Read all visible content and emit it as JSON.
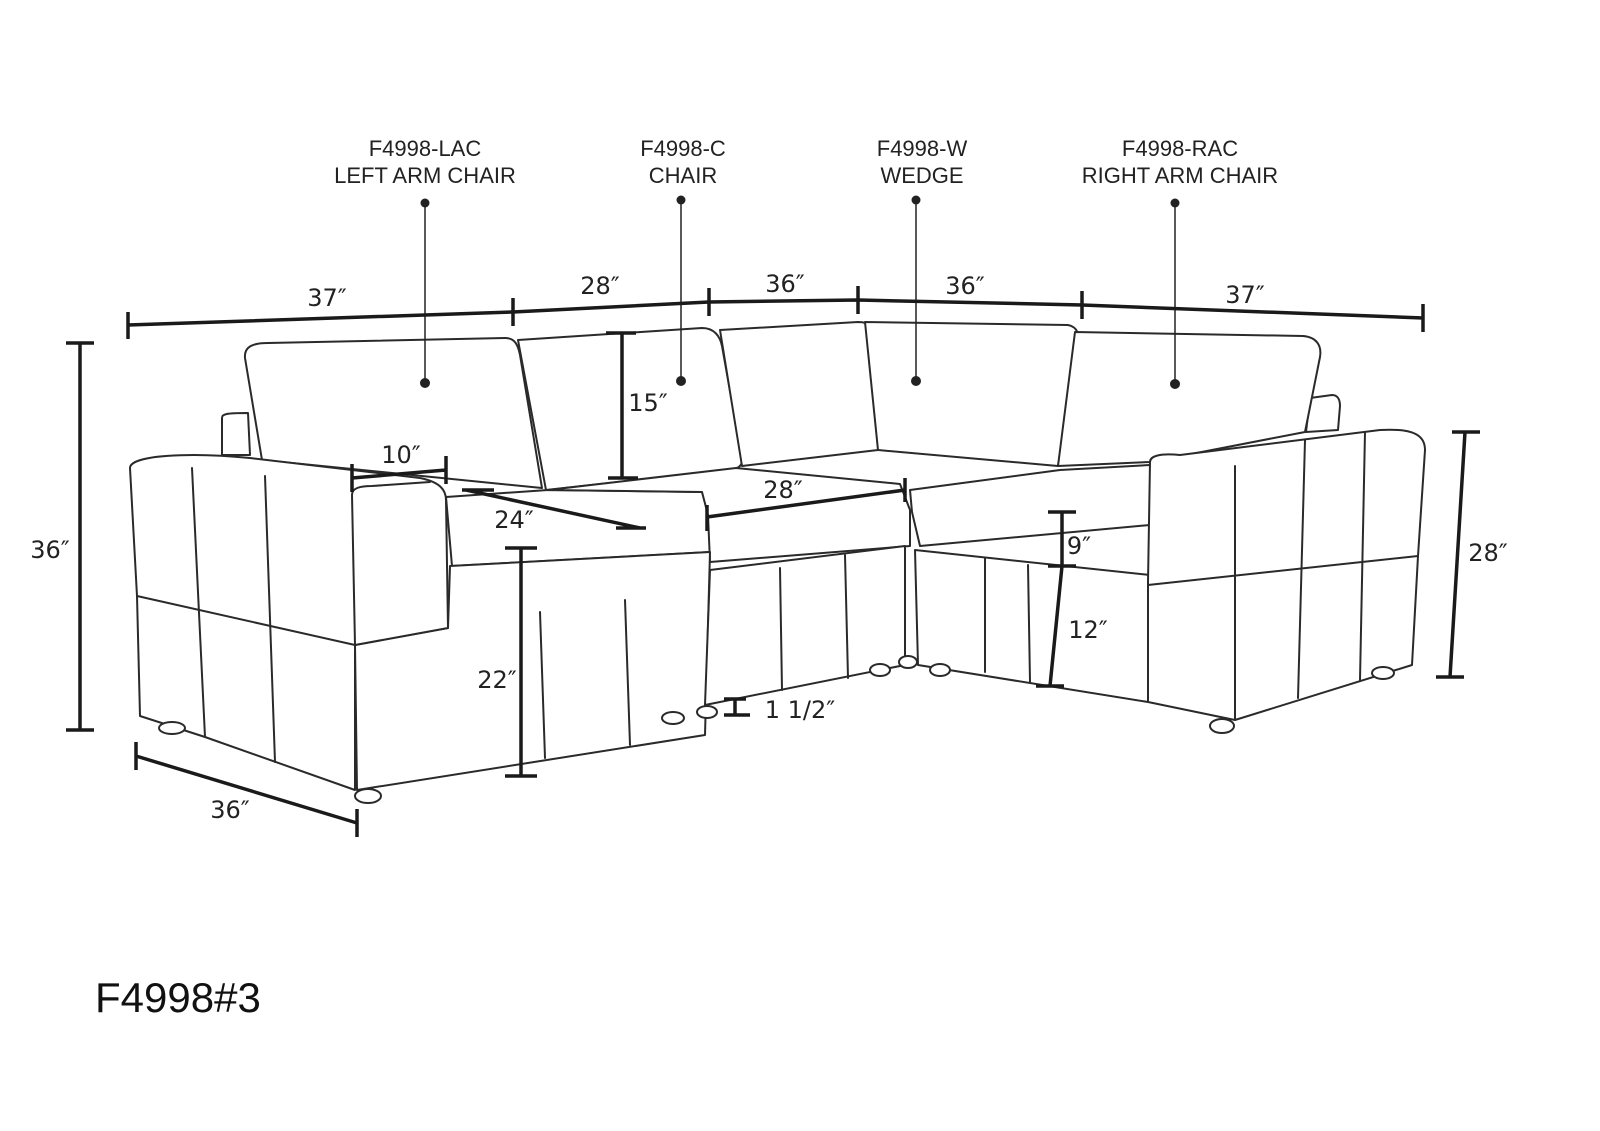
{
  "parts": [
    {
      "code": "F4998-LAC",
      "name": "LEFT ARM CHAIR"
    },
    {
      "code": "F4998-C",
      "name": "CHAIR"
    },
    {
      "code": "F4998-W",
      "name": "WEDGE"
    },
    {
      "code": "F4998-RAC",
      "name": "RIGHT ARM CHAIR"
    }
  ],
  "dimensions": {
    "width_lac": "37″",
    "width_c": "28″",
    "width_w_left": "36″",
    "width_w_right": "36″",
    "width_rac": "37″",
    "overall_height": "36″",
    "arm_height": "28″",
    "depth": "36″",
    "back_cushion_height": "15″",
    "arm_width": "10″",
    "seat_depth": "24″",
    "seat_width": "28″",
    "seat_height": "22″",
    "cushion_thickness": "9″",
    "base_height": "12″",
    "leg_height": "1 1/2″"
  },
  "model": "F4998#3"
}
